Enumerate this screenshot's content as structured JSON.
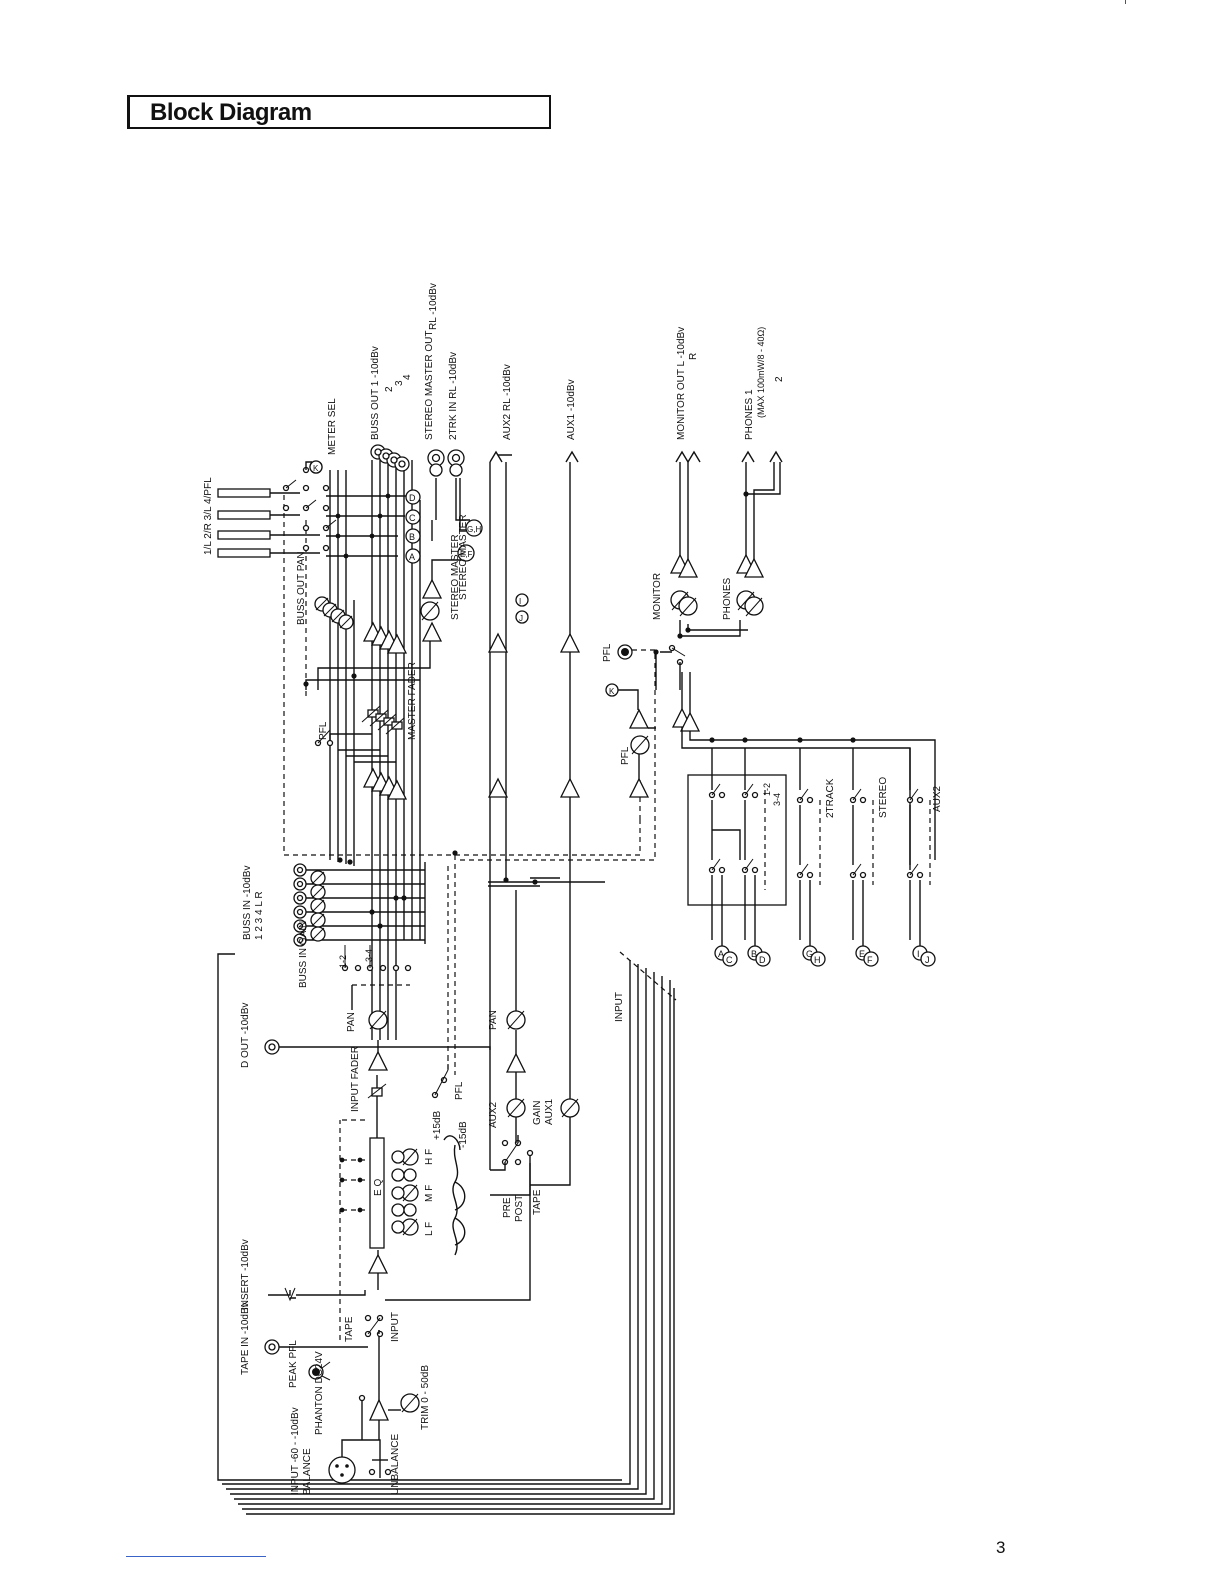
{
  "title": "Block Diagram",
  "page_number": "3",
  "top_labels": {
    "meter_channels": "1/L 2/R 3/L 4/PFL",
    "meter_sel": "METER SEL",
    "buss_out_pan": "BUSS OUT PAN",
    "buss_out": "BUSS OUT 1 -10dBv",
    "buss_out_2": "2",
    "buss_out_3": "3",
    "buss_out_4": "4",
    "stereo_master_out": "STEREO MASTER OUT",
    "stereo_master_out_rl": "RL -10dBv",
    "two_trk_in": "2TRK IN RL -10dBv",
    "aux2_out": "AUX2 RL -10dBv",
    "aux1_out": "AUX1 -10dBv",
    "monitor_out": "MONITOR OUT L -10dBv",
    "monitor_out_r": "R",
    "phones": "PHONES 1",
    "phones_spec": "(MAX 100mW/8 - 40Ω)",
    "phones_2": "2"
  },
  "mid_labels": {
    "stereo_master_a": "STEREO MASTER",
    "stereo_master_b": "STEREO MASTER",
    "master_fader": "MASTER FADER",
    "pfl_a": "PFL",
    "pfl_b": "PFL",
    "pfl_c": "PFL",
    "monitor": "MONITOR",
    "phones": "PHONES",
    "buss_in": "BUSS IN -10dBv",
    "buss_in_nums": "1 2 3 4 L R",
    "buss_in_gain": "BUSS IN GAIN",
    "gain_1_2": "1-2",
    "gain_3_4": "3-4",
    "sel_1_2": "1-2",
    "sel_3_4": "3-4",
    "sel_2track": "2TRACK",
    "sel_stereo": "STEREO",
    "sel_aux2": "AUX2"
  },
  "channel_labels": {
    "input": "INPUT -60 - -10dBv",
    "balance": "BALANCE",
    "phantom": "PHANTON DC24V",
    "unbalance": "UNBALANCE",
    "trim": "TRIM 0 - 50dB",
    "peak_pfl": "PEAK PFL",
    "tape_in": "TAPE IN -10dBv",
    "insert": "INSERT -10dBv",
    "tape_sw": "TAPE",
    "input_sw": "INPUT",
    "eq": "E Q",
    "hf": "H F",
    "mf": "M F",
    "lf": "L F",
    "plus15": "+15dB",
    "minus15": "-15dB",
    "input_fader": "INPUT FADER",
    "pfl": "PFL",
    "dout": "D OUT -10dBv",
    "pan": "PAN",
    "aux2": "AUX2",
    "gain": "GAIN",
    "aux1": "AUX1",
    "pre": "PRE",
    "post": "POST",
    "tape": "TAPE",
    "pan2": "PAN",
    "input_stack": "INPUT"
  },
  "node_letters": [
    "A",
    "B",
    "C",
    "D",
    "E",
    "F",
    "G",
    "H",
    "I",
    "J",
    "K"
  ]
}
